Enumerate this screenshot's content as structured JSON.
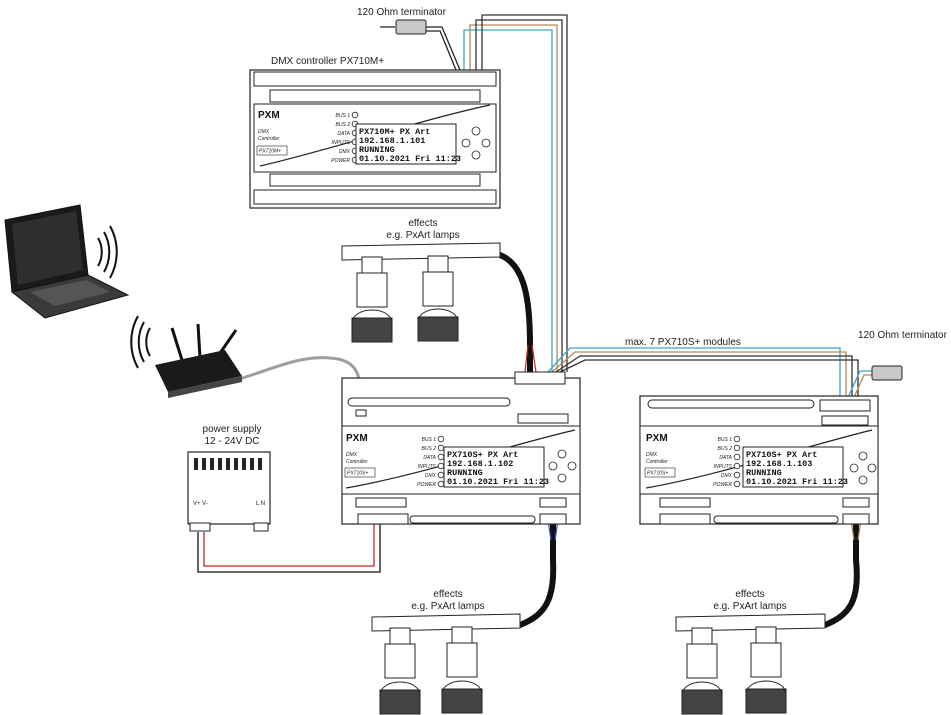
{
  "labels": {
    "terminator_top": "120 Ohm terminator",
    "terminator_right": "120 Ohm terminator",
    "controller_title": "DMX controller PX710M+",
    "effects_top_1": "effects",
    "effects_top_2": "e.g. PxArt lamps",
    "effects_left_1": "effects",
    "effects_left_2": "e.g. PxArt lamps",
    "effects_right_1": "effects",
    "effects_right_2": "e.g. PxArt lamps",
    "power_supply_1": "power supply",
    "power_supply_2": "12 - 24V DC",
    "psu_vplus_vminus": "V+ V-",
    "psu_ln": "L N",
    "max_modules": "max. 7 PX710S+ modules"
  },
  "devices": {
    "controller": {
      "brand": "PXM",
      "type_1": "DMX",
      "type_2": "Controller",
      "model_badge": "PX710M+",
      "leds": [
        "BUS 1",
        "BUS 2",
        "DATA",
        "INPUTS",
        "DMX",
        "POWER"
      ],
      "lcd": [
        "PX710M+ PX Art",
        "192.168.1.101",
        "RUNNING",
        "01.10.2021 Fri 11:23"
      ]
    },
    "module1": {
      "brand": "PXM",
      "type_1": "DMX",
      "type_2": "Controller",
      "model_badge": "PX710S+",
      "leds": [
        "BUS 1",
        "BUS 2",
        "DATA",
        "INPUTS",
        "DMX",
        "POWER"
      ],
      "lcd": [
        "PX710S+ PX Art",
        "192.168.1.102",
        "RUNNING",
        "01.10.2021 Fri 11:23"
      ]
    },
    "module2": {
      "brand": "PXM",
      "type_1": "DMX",
      "type_2": "Controller",
      "model_badge": "PX710S+",
      "leds": [
        "BUS 1",
        "BUS 2",
        "DATA",
        "INPUTS",
        "DMX",
        "POWER"
      ],
      "lcd": [
        "PX710S+ PX Art",
        "192.168.1.103",
        "RUNNING",
        "01.10.2021 Fri 11:23"
      ]
    }
  },
  "colors": {
    "wire_blue": "#3aa8c8",
    "wire_tan": "#b08a5a",
    "wire_red": "#cc2222",
    "wire_black": "#111111",
    "cable_grey": "#9aa0a0",
    "outline": "#222222"
  }
}
